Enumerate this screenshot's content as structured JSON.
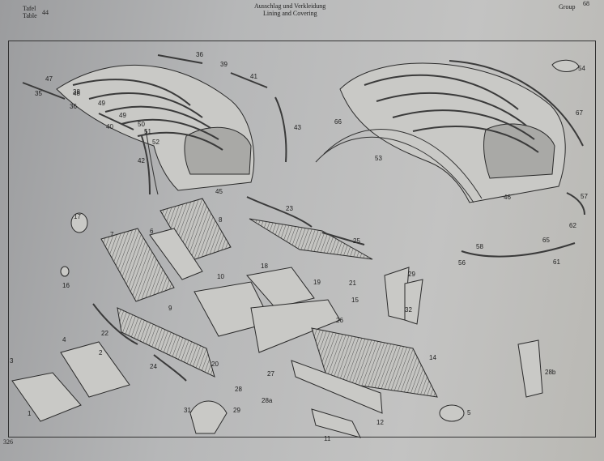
{
  "header": {
    "table_label_de": "Tafel",
    "table_label_en": "Table",
    "table_number": "44",
    "title_de": "Ausschlag und Verkleidung",
    "title_en": "Lining and Covering",
    "group_label": "Group",
    "group_number": "68"
  },
  "footer": {
    "page_number": "326"
  },
  "callouts": [
    "1",
    "2",
    "3",
    "4",
    "5",
    "6",
    "7",
    "8",
    "9",
    "10",
    "11",
    "12",
    "14",
    "15",
    "16",
    "17",
    "18",
    "19",
    "20",
    "21",
    "22",
    "23",
    "24",
    "25",
    "26",
    "27",
    "28",
    "28a",
    "28b",
    "29",
    "29",
    "31",
    "32",
    "35",
    "36",
    "36",
    "38",
    "39",
    "40",
    "41",
    "42",
    "43",
    "45",
    "46",
    "47",
    "48",
    "49",
    "49",
    "50",
    "51",
    "52",
    "53",
    "54",
    "56",
    "57",
    "58",
    "61",
    "62",
    "65",
    "66",
    "67"
  ]
}
